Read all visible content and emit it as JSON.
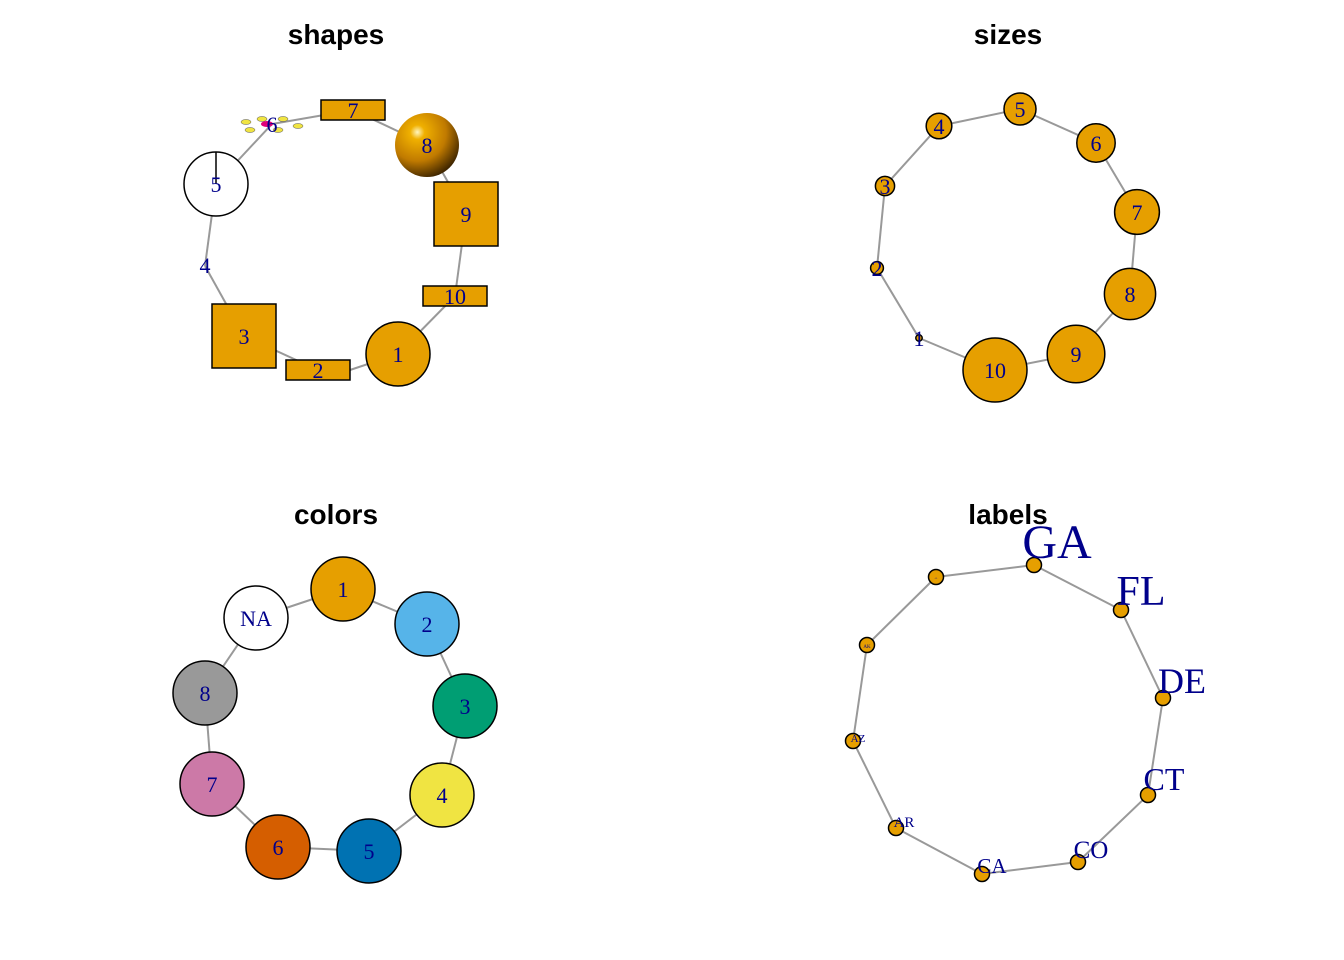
{
  "colors": {
    "vertex": "#E69F00",
    "edge": "#999999",
    "label": "#00008B",
    "outline": "#000000"
  },
  "panels": {
    "shapes": {
      "title": "shapes",
      "nodes": [
        {
          "label": "1",
          "shape": "circle"
        },
        {
          "label": "2",
          "shape": "rectangle"
        },
        {
          "label": "3",
          "shape": "square"
        },
        {
          "label": "4",
          "shape": "none"
        },
        {
          "label": "5",
          "shape": "pie"
        },
        {
          "label": "6",
          "shape": "raster"
        },
        {
          "label": "7",
          "shape": "rectangle"
        },
        {
          "label": "8",
          "shape": "sphere"
        },
        {
          "label": "9",
          "shape": "square"
        },
        {
          "label": "10",
          "shape": "rectangle"
        }
      ]
    },
    "sizes": {
      "title": "sizes",
      "nodes": [
        {
          "label": "1",
          "size": 1
        },
        {
          "label": "2",
          "size": 2
        },
        {
          "label": "3",
          "size": 3
        },
        {
          "label": "4",
          "size": 4
        },
        {
          "label": "5",
          "size": 5
        },
        {
          "label": "6",
          "size": 6
        },
        {
          "label": "7",
          "size": 7
        },
        {
          "label": "8",
          "size": 8
        },
        {
          "label": "9",
          "size": 9
        },
        {
          "label": "10",
          "size": 10
        }
      ]
    },
    "colors": {
      "title": "colors",
      "nodes": [
        {
          "label": "1",
          "color": "#E69F00"
        },
        {
          "label": "2",
          "color": "#56B4E9"
        },
        {
          "label": "3",
          "color": "#009E73"
        },
        {
          "label": "4",
          "color": "#F0E442"
        },
        {
          "label": "5",
          "color": "#0072B2"
        },
        {
          "label": "6",
          "color": "#D55E00"
        },
        {
          "label": "7",
          "color": "#CC79A7"
        },
        {
          "label": "8",
          "color": "#999999"
        },
        {
          "label": "NA",
          "color": "#FFFFFF"
        }
      ]
    },
    "labels": {
      "title": "labels",
      "nodes": [
        {
          "label": "AL",
          "size": 1
        },
        {
          "label": "AK",
          "size": 2
        },
        {
          "label": "AZ",
          "size": 3
        },
        {
          "label": "AR",
          "size": 4
        },
        {
          "label": "CA",
          "size": 5
        },
        {
          "label": "CO",
          "size": 6
        },
        {
          "label": "CT",
          "size": 7
        },
        {
          "label": "DE",
          "size": 8
        },
        {
          "label": "FL",
          "size": 9
        },
        {
          "label": "GA",
          "size": 10
        }
      ]
    }
  }
}
